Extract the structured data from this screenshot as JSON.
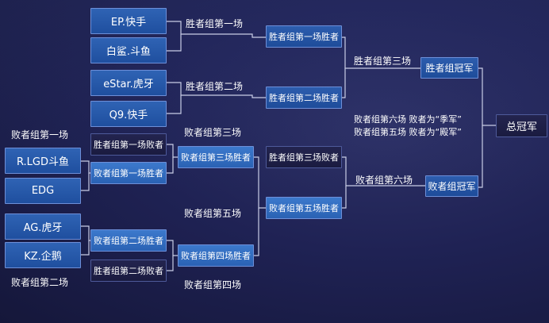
{
  "winners_bracket": {
    "round1_match1": {
      "label": "胜者组第一场",
      "team_a": "EP.快手",
      "team_b": "白鲨.斗鱼"
    },
    "round1_match2": {
      "label": "胜者组第二场",
      "team_a": "eStar.虎牙",
      "team_b": "Q9.快手"
    },
    "winner_match1": "胜者组第一场胜者",
    "winner_match2": "胜者组第二场胜者",
    "round2_label": "胜者组第三场",
    "champion": "胜者组冠军"
  },
  "losers_bracket": {
    "match1_label": "败者组第一场",
    "match1_team_a": "R.LGD斗鱼",
    "match1_team_b": "EDG",
    "match2_label": "败者组第二场",
    "match2_team_a": "AG.虎牙",
    "match2_team_b": "KZ.企鹅",
    "loser_of_w1": "胜者组第一场败者",
    "winner_of_l1": "败者组第一场胜者",
    "winner_of_l2": "败者组第二场胜者",
    "loser_of_w2": "胜者组第二场败者",
    "match3_label": "败者组第三场",
    "match4_label": "败者组第四场",
    "winner_of_l3": "败者组第三场胜者",
    "winner_of_l4": "败者组第四场胜者",
    "loser_of_w3": "胜者组第三场败者",
    "match5_label": "败者组第五场",
    "winner_of_l5": "败者组第五场胜者",
    "match6_label": "败者组第六场",
    "champion": "败者组冠军"
  },
  "notes": {
    "note1": "败者组第六场 败者为“季军”",
    "note2": "败者组第五场 败者为“殿军”"
  },
  "grand_final": "总冠军"
}
